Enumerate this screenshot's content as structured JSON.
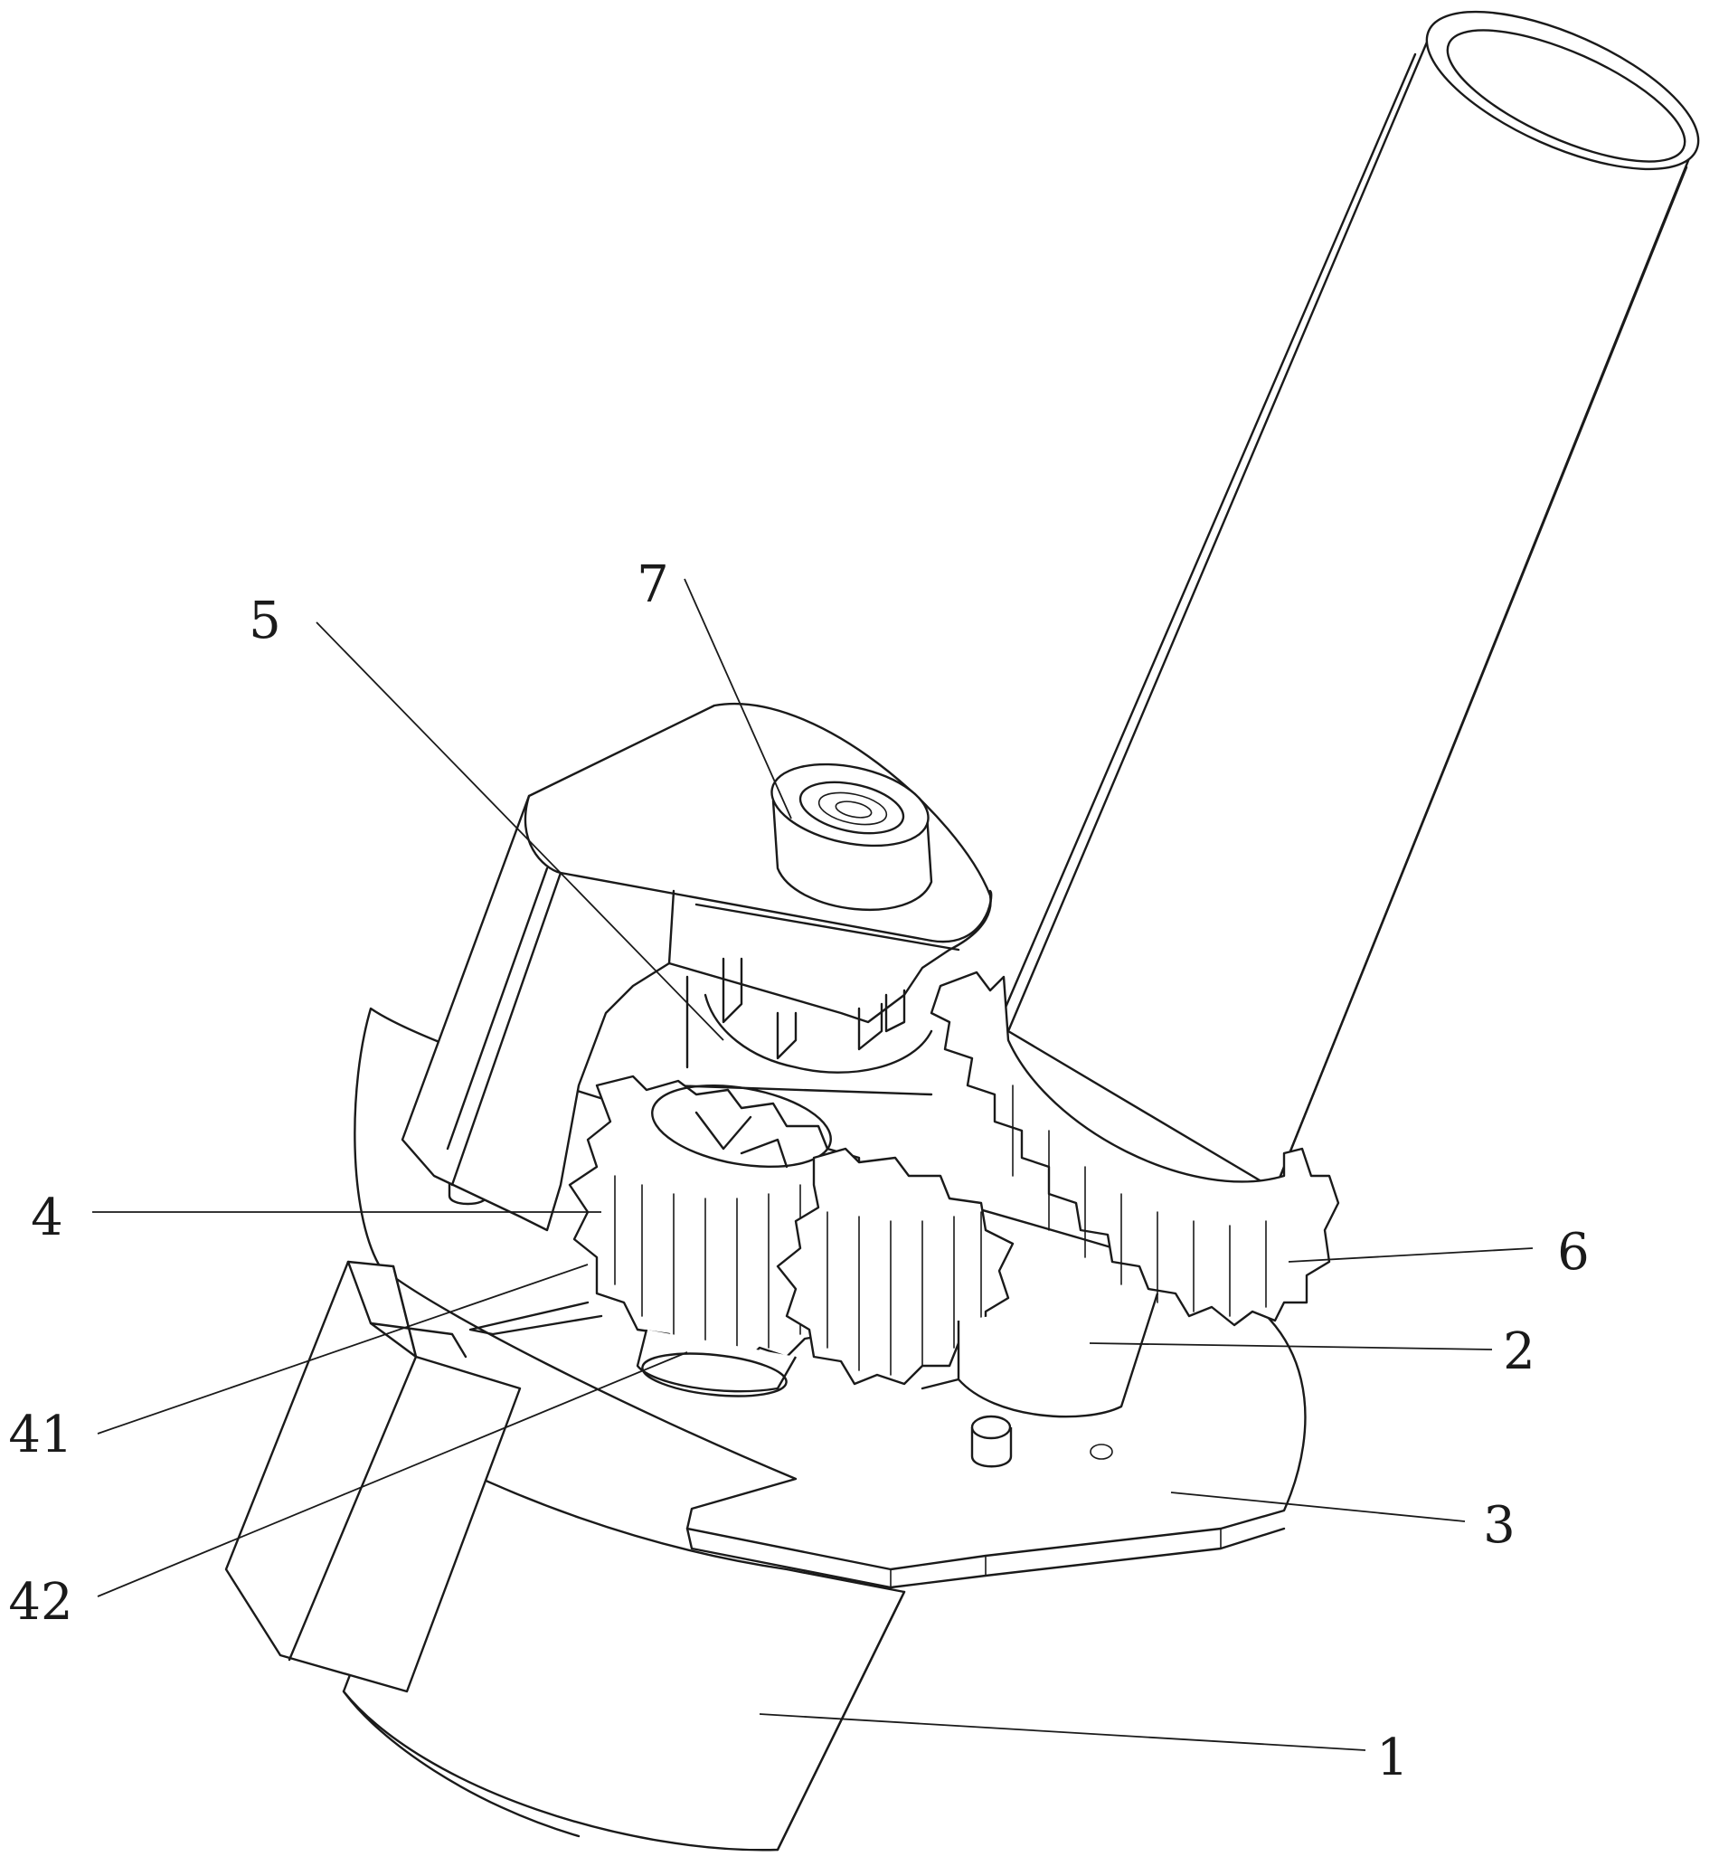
{
  "callouts": [
    {
      "id": "label-1",
      "text": "1"
    },
    {
      "id": "label-2",
      "text": "2"
    },
    {
      "id": "label-3",
      "text": "3"
    },
    {
      "id": "label-4",
      "text": "4"
    },
    {
      "id": "label-41",
      "text": "41"
    },
    {
      "id": "label-42",
      "text": "42"
    },
    {
      "id": "label-5",
      "text": "5"
    },
    {
      "id": "label-6",
      "text": "6"
    },
    {
      "id": "label-7",
      "text": "7"
    }
  ],
  "colors": {
    "line": "#1a1a1a",
    "background": "#ffffff"
  }
}
